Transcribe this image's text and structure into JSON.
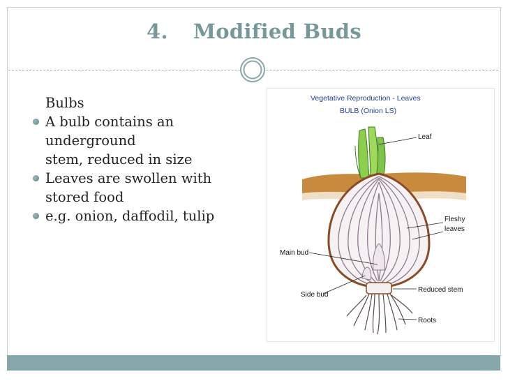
{
  "slide": {
    "number": "4.",
    "title": "Modified Buds"
  },
  "content": {
    "heading": "Bulbs",
    "bullets": [
      {
        "lines": [
          "A bulb contains an",
          "underground",
          "stem, reduced in size"
        ]
      },
      {
        "lines": [
          "Leaves are swollen with",
          "stored food"
        ]
      },
      {
        "lines": [
          "e.g. onion, daffodil, tulip"
        ]
      }
    ]
  },
  "figure": {
    "title": "Vegetative Reproduction - Leaves",
    "subtitle": "BULB (Onion LS)",
    "labels": {
      "leaf": "Leaf",
      "fleshy_1": "Fleshy",
      "fleshy_2": "leaves",
      "main_bud": "Main bud",
      "side_bud": "Side bud",
      "reduced_stem": "Reduced stem",
      "roots": "Roots"
    }
  },
  "colors": {
    "title": "#76989a",
    "accent": "#86a8aa",
    "figure_title": "#1f3f92"
  }
}
